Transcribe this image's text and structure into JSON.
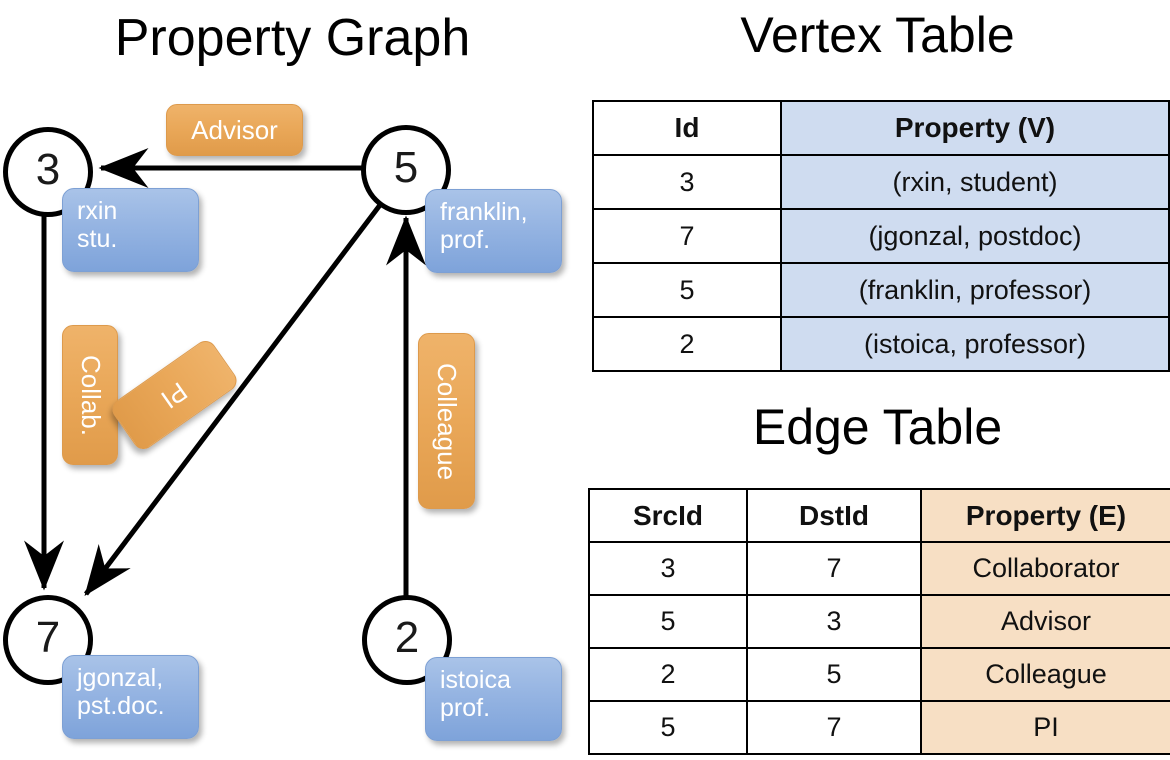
{
  "titles": {
    "property_graph": "Property Graph",
    "vertex_table": "Vertex Table",
    "edge_table": "Edge Table"
  },
  "colors": {
    "vertex_property_fill": "#cfdcf0",
    "edge_property_fill": "#f7dfc4",
    "node_property_box": "#95b4e2",
    "edge_label_box": "#e9a758",
    "stroke": "#000000"
  },
  "graph": {
    "nodes": [
      {
        "id": "3",
        "label": "3",
        "property_lines": [
          "rxin",
          "stu."
        ]
      },
      {
        "id": "5",
        "label": "5",
        "property_lines": [
          "franklin,",
          "prof."
        ]
      },
      {
        "id": "7",
        "label": "7",
        "property_lines": [
          "jgonzal,",
          "pst.doc."
        ]
      },
      {
        "id": "2",
        "label": "2",
        "property_lines": [
          "istoica",
          "prof."
        ]
      }
    ],
    "edge_labels": [
      {
        "name": "advisor-label",
        "text": "Advisor",
        "orientation": "horizontal"
      },
      {
        "name": "collab-label",
        "text": "Collab.",
        "orientation": "vertical"
      },
      {
        "name": "pi-label",
        "text": "PI",
        "orientation": "rotated"
      },
      {
        "name": "colleague-label",
        "text": "Colleague",
        "orientation": "vertical"
      }
    ],
    "edges": [
      {
        "src": "5",
        "dst": "3",
        "label": "Advisor"
      },
      {
        "src": "3",
        "dst": "7",
        "label": "Collab."
      },
      {
        "src": "5",
        "dst": "7",
        "label": "PI"
      },
      {
        "src": "2",
        "dst": "5",
        "label": "Colleague"
      }
    ]
  },
  "vertex_table": {
    "headers": [
      "Id",
      "Property (V)"
    ],
    "rows": [
      {
        "id": "3",
        "property": "(rxin, student)"
      },
      {
        "id": "7",
        "property": "(jgonzal, postdoc)"
      },
      {
        "id": "5",
        "property": "(franklin, professor)"
      },
      {
        "id": "2",
        "property": "(istoica, professor)"
      }
    ]
  },
  "edge_table": {
    "headers": [
      "SrcId",
      "DstId",
      "Property (E)"
    ],
    "rows": [
      {
        "src": "3",
        "dst": "7",
        "property": "Collaborator"
      },
      {
        "src": "5",
        "dst": "3",
        "property": "Advisor"
      },
      {
        "src": "2",
        "dst": "5",
        "property": "Colleague"
      },
      {
        "src": "5",
        "dst": "7",
        "property": "PI"
      }
    ]
  }
}
